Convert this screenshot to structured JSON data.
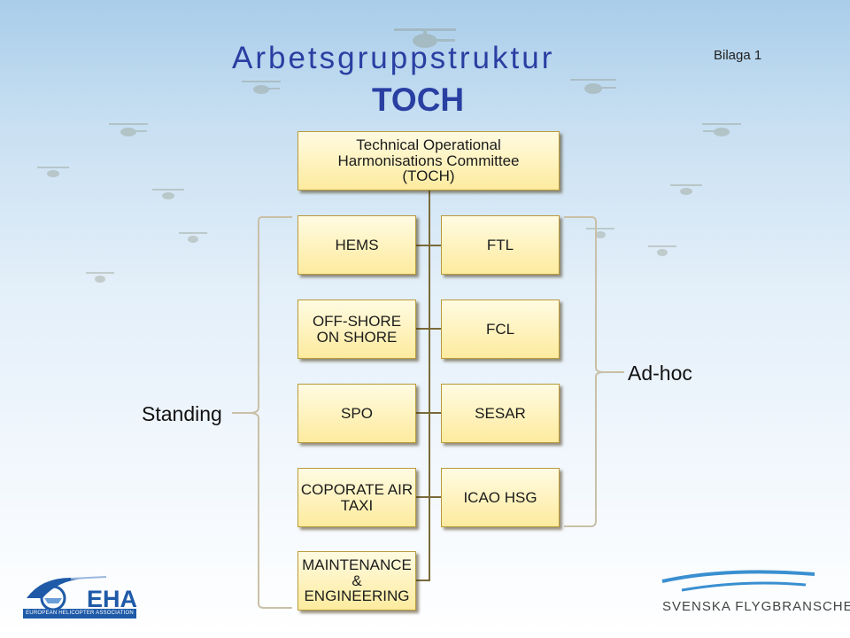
{
  "header": {
    "title_line1": "Arbetsgruppstruktur",
    "title_line2": "TOCH",
    "annex": "Bilaga 1"
  },
  "org_chart": {
    "top": "Technical Operational\nHarmonisations Committee\n(TOCH)",
    "groups": {
      "hems": "HEMS",
      "ftl": "FTL",
      "offshore": "OFF-SHORE\nON SHORE",
      "fcl": "FCL",
      "spo": "SPO",
      "sesar": "SESAR",
      "coporate": "COPORATE AIR\nTAXI",
      "icao": "ICAO HSG",
      "maintenance": "MAINTENANCE\n&\nENGINEERING"
    },
    "labels": {
      "standing": "Standing",
      "adhoc": "Ad-hoc"
    }
  },
  "logos": {
    "eha_mark": "EHA",
    "eha_band": "EUROPEAN HELICOPTER ASSOCIATION",
    "svenska": "SVENSKA FLYGBRANSCHEN"
  },
  "colors": {
    "title": "#2a3fa2",
    "box_fill": "#fdeb9e",
    "line": "#7a6a3a",
    "bracket": "#c9c0a8"
  },
  "icons": [
    "helicopter-silhouette-icon",
    "eha-logo-icon",
    "svenska-flygbranschen-logo-icon"
  ]
}
